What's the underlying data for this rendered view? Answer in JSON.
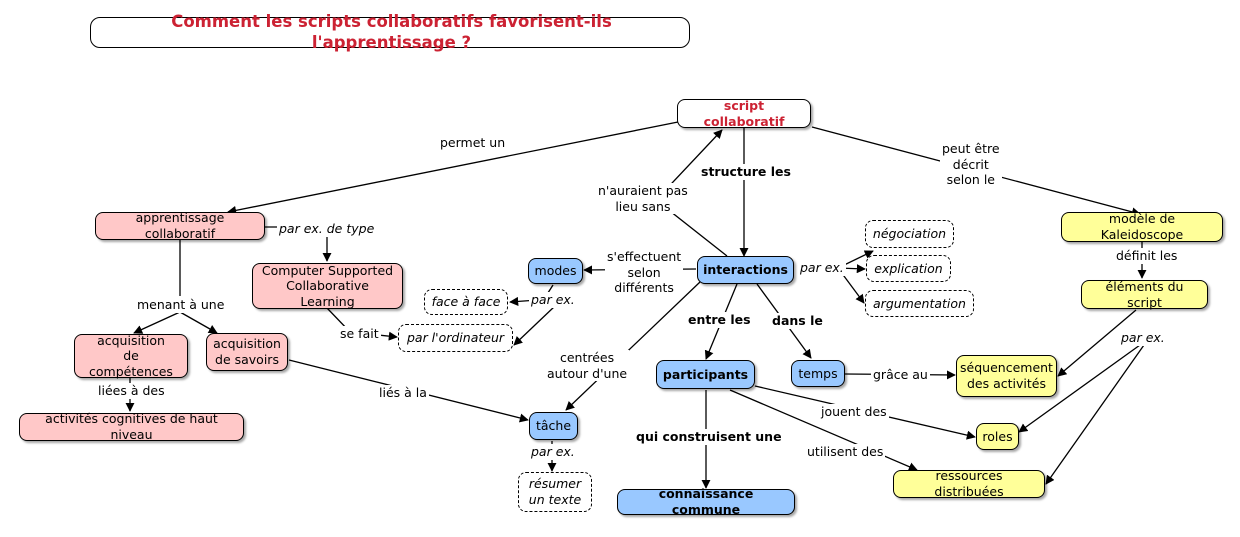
{
  "title": "Comment les scripts collaboratifs favorisent-ils l'apprentissage ?",
  "nodes": {
    "script": "script collaboratif",
    "apprentissage": "apprentissage collaboratif",
    "cscl": "Computer Supported\nCollaborative Learning",
    "acq_comp": "acquisition\nde compétences",
    "acq_sav": "acquisition\nde savoirs",
    "activites": "activités cognitives de haut niveau",
    "modes": "modes",
    "interactions": "interactions",
    "face": "face à face",
    "ordinateur": "par l'ordinateur",
    "negociation": "négociation",
    "explication": "explication",
    "argumentation": "argumentation",
    "kaleidoscope": "modèle de Kaleidoscope",
    "elements": "éléments du script",
    "participants": "participants",
    "temps": "temps",
    "sequencement": "séquencement\ndes activités",
    "roles": "roles",
    "ressources": "ressources distribuées",
    "tache": "tâche",
    "resumer": "résumer\nun texte",
    "connaissance": "connaissance commune"
  },
  "labels": {
    "permet": "permet un",
    "structure": "structure les",
    "nauraient": "n'auraient pas\nlieu sans",
    "peut_etre": "peut être\ndécrit\nselon le",
    "par_ex_type": "par ex. de type",
    "menant": "menant à une",
    "se_fait": "se fait",
    "liees": "liées à des",
    "lies_a_la": "liés à la",
    "seffectuent": "s'effectuent\nselon\ndifférents",
    "par_ex_modes": "par ex.",
    "par_ex_inter": "par ex.",
    "definit": "définit les",
    "par_ex_elem": "par ex.",
    "entre_les": "entre les",
    "dans_le": "dans le",
    "centrees": "centrées\nautour d'une",
    "grace": "grâce au",
    "jouent": "jouent des",
    "utilisent": "utilisent des",
    "qui_construisent": "qui construisent une",
    "par_ex_tache": "par ex."
  },
  "colors": {
    "title_red": "#cc2233",
    "pink": "#ffc8c8",
    "blue": "#99c8ff",
    "yellow": "#ffff99"
  }
}
